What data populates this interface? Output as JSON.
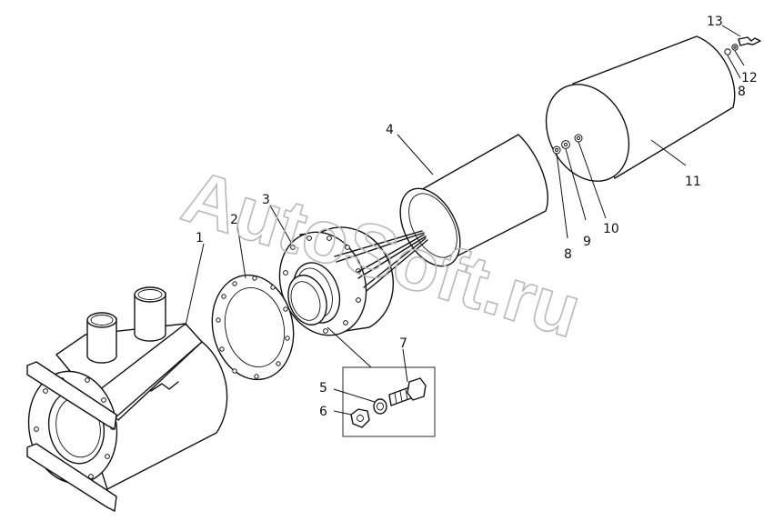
{
  "watermark": "AutoSoft.ru",
  "colors": {
    "line": "#111111",
    "paper": "#ffffff",
    "watermark": "#b9b9b9"
  },
  "callouts": [
    {
      "id": "c1",
      "text": "1"
    },
    {
      "id": "c2",
      "text": "2"
    },
    {
      "id": "c3",
      "text": "3"
    },
    {
      "id": "c4",
      "text": "4"
    },
    {
      "id": "c5",
      "text": "5"
    },
    {
      "id": "c6",
      "text": "6"
    },
    {
      "id": "c7",
      "text": "7"
    },
    {
      "id": "c8a",
      "text": "8"
    },
    {
      "id": "c9",
      "text": "9"
    },
    {
      "id": "c10",
      "text": "10"
    },
    {
      "id": "c11",
      "text": "11"
    },
    {
      "id": "c8b",
      "text": "8"
    },
    {
      "id": "c12",
      "text": "12"
    },
    {
      "id": "c13",
      "text": "13"
    }
  ]
}
